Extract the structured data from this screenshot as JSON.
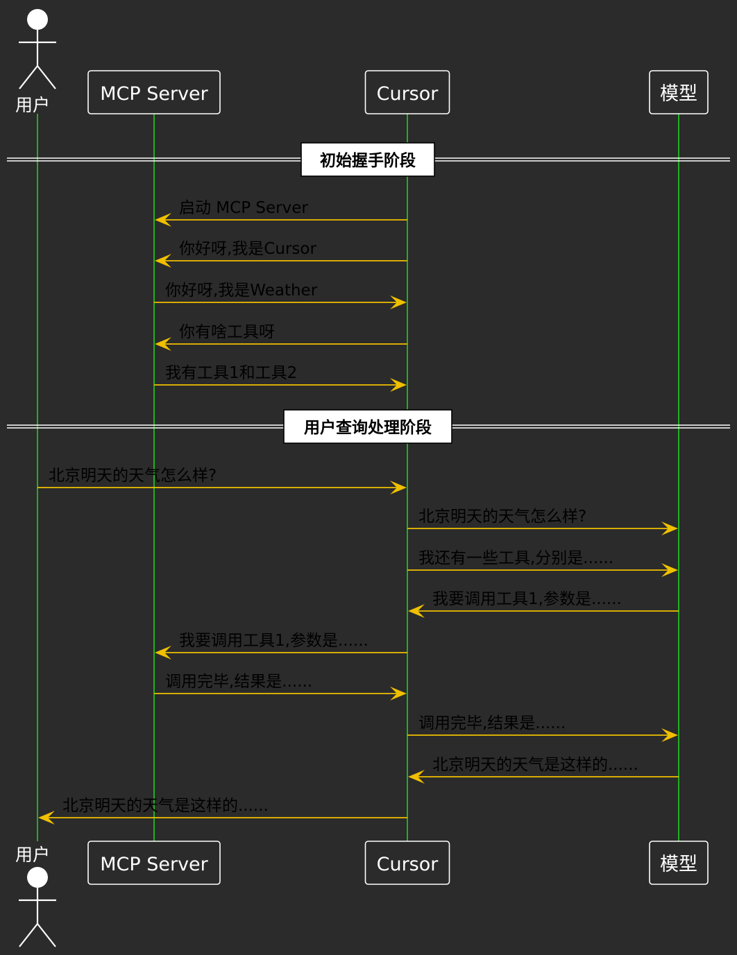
{
  "participants": [
    {
      "id": "user",
      "label": "用户",
      "kind": "actor"
    },
    {
      "id": "mcp",
      "label": "MCP Server",
      "kind": "box"
    },
    {
      "id": "cursor",
      "label": "Cursor",
      "kind": "box"
    },
    {
      "id": "model",
      "label": "模型",
      "kind": "box"
    }
  ],
  "dividers": [
    {
      "label": "初始握手阶段"
    },
    {
      "label": "用户查询处理阶段"
    }
  ],
  "messages": [
    {
      "from": "cursor",
      "to": "mcp",
      "label": "启动 MCP Server"
    },
    {
      "from": "cursor",
      "to": "mcp",
      "label": "你好呀,我是Cursor"
    },
    {
      "from": "mcp",
      "to": "cursor",
      "label": "你好呀,我是Weather"
    },
    {
      "from": "cursor",
      "to": "mcp",
      "label": "你有啥工具呀"
    },
    {
      "from": "mcp",
      "to": "cursor",
      "label": "我有工具1和工具2"
    },
    {
      "from": "user",
      "to": "cursor",
      "label": "北京明天的天气怎么样?"
    },
    {
      "from": "cursor",
      "to": "model",
      "label": "北京明天的天气怎么样?"
    },
    {
      "from": "cursor",
      "to": "model",
      "label": "我还有一些工具,分别是......"
    },
    {
      "from": "model",
      "to": "cursor",
      "label": "我要调用工具1,参数是......"
    },
    {
      "from": "cursor",
      "to": "mcp",
      "label": "我要调用工具1,参数是......"
    },
    {
      "from": "mcp",
      "to": "cursor",
      "label": "调用完毕,结果是......"
    },
    {
      "from": "cursor",
      "to": "model",
      "label": "调用完毕,结果是......"
    },
    {
      "from": "model",
      "to": "cursor",
      "label": "北京明天的天气是这样的......"
    },
    {
      "from": "cursor",
      "to": "user",
      "label": "北京明天的天气是这样的......"
    }
  ]
}
